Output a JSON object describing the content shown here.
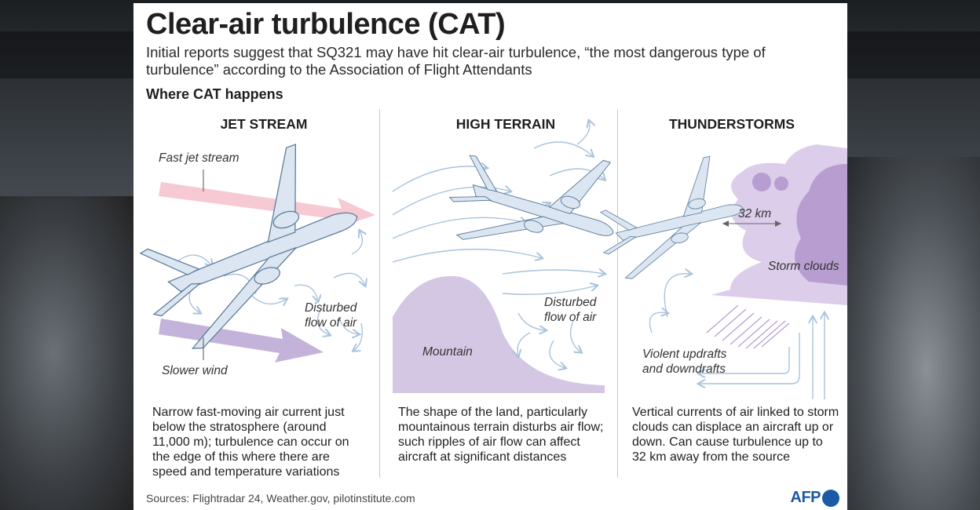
{
  "title": "Clear-air turbulence (CAT)",
  "subtitle": "Initial reports suggest that SQ321 may have hit clear-air turbulence, “the most dangerous type of turbulence” according to the Association of Flight Attendants",
  "section_heading": "Where CAT happens",
  "columns": [
    {
      "title": "JET STREAM",
      "labels": {
        "fast": "Fast jet stream",
        "disturbed": [
          "Disturbed",
          "flow of air"
        ],
        "slower": "Slower wind"
      },
      "description": "Narrow fast-moving air current just below the stratosphere (around 11,000 m); turbulence can occur on the edge of this where there are speed and temperature variations"
    },
    {
      "title": "HIGH TERRAIN",
      "labels": {
        "disturbed": [
          "Disturbed",
          "flow of air"
        ],
        "mountain": "Mountain"
      },
      "description": "The shape of the land, particularly mountainous terrain disturbs air flow; such ripples of air flow can affect aircraft at significant distances"
    },
    {
      "title": "THUNDERSTORMS",
      "labels": {
        "distance": "32 km",
        "storm": "Storm clouds",
        "updrafts": [
          "Violent updrafts",
          "and downdrafts"
        ]
      },
      "description": "Vertical currents of air linked to storm clouds can displace an aircraft up or down. Can cause turbulence up to 32 km away from the source"
    }
  ],
  "sources": "Sources: Flightradar 24, Weather.gov, pilotinstitute.com",
  "logo": "AFP",
  "colors": {
    "fast_arrow": "#f6c9d3",
    "slow_arrow": "#c3b3da",
    "mountain": "#d3c7e3",
    "cloud_light": "#dccdea",
    "cloud_dark": "#b89dd0",
    "plane": "#dbe6f2",
    "airflow": "#a9c3dd",
    "afp_blue": "#1a5aa6"
  }
}
